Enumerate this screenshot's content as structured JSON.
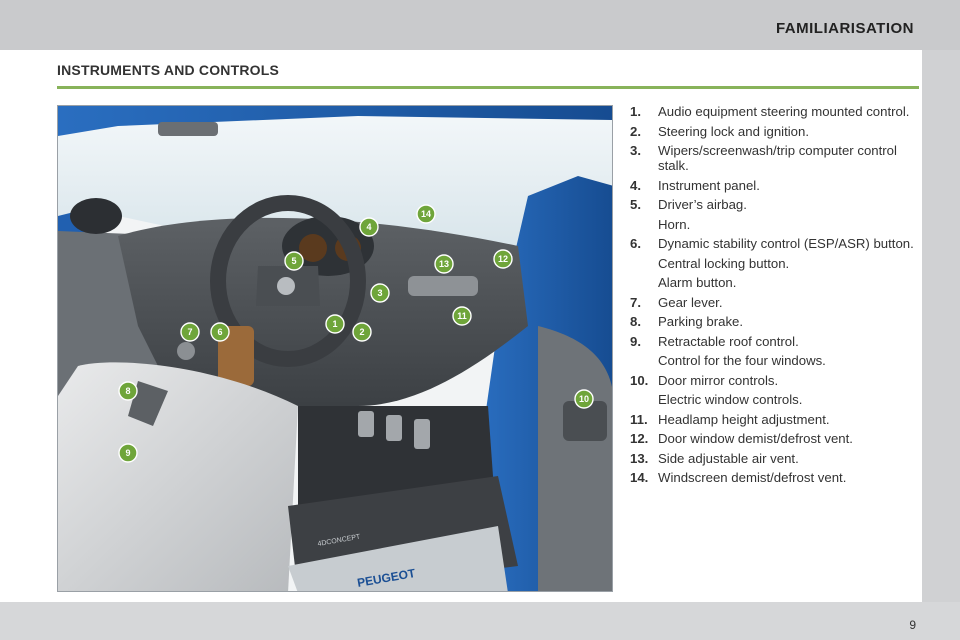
{
  "header": {
    "section": "FAMILIARISATION"
  },
  "page": {
    "title": "INSTRUMENTS AND CONTROLS",
    "number": "9"
  },
  "colors": {
    "accent_green": "#88b35a",
    "body_blue": "#1f5aa8",
    "callout_green": "#6fa53a"
  },
  "figure": {
    "callout_labels": [
      "1",
      "2",
      "3",
      "4",
      "5",
      "6",
      "7",
      "8",
      "9",
      "10",
      "11",
      "12",
      "13",
      "14"
    ],
    "sill_text": "PEUGEOT",
    "mat_text": "4DCONCEPT"
  },
  "legend": [
    {
      "num": "1.",
      "lines": [
        "Audio equipment steering mounted control."
      ]
    },
    {
      "num": "2.",
      "lines": [
        "Steering lock and ignition."
      ]
    },
    {
      "num": "3.",
      "lines": [
        "Wipers/screenwash/trip computer control stalk."
      ]
    },
    {
      "num": "4.",
      "lines": [
        "Instrument panel."
      ]
    },
    {
      "num": "5.",
      "lines": [
        "Driver’s airbag.",
        "Horn."
      ]
    },
    {
      "num": "6.",
      "lines": [
        "Dynamic stability control (ESP/ASR) button.",
        "Central locking button.",
        "Alarm button."
      ]
    },
    {
      "num": "7.",
      "lines": [
        "Gear lever."
      ]
    },
    {
      "num": "8.",
      "lines": [
        "Parking brake."
      ]
    },
    {
      "num": "9.",
      "lines": [
        "Retractable roof control.",
        "Control for the four windows."
      ]
    },
    {
      "num": "10.",
      "lines": [
        "Door mirror controls.",
        "Electric window controls."
      ]
    },
    {
      "num": "11.",
      "lines": [
        "Headlamp height adjustment."
      ]
    },
    {
      "num": "12.",
      "lines": [
        "Door window demist/defrost vent."
      ]
    },
    {
      "num": "13.",
      "lines": [
        "Side adjustable air vent."
      ]
    },
    {
      "num": "14.",
      "lines": [
        "Windscreen demist/defrost vent."
      ]
    }
  ]
}
